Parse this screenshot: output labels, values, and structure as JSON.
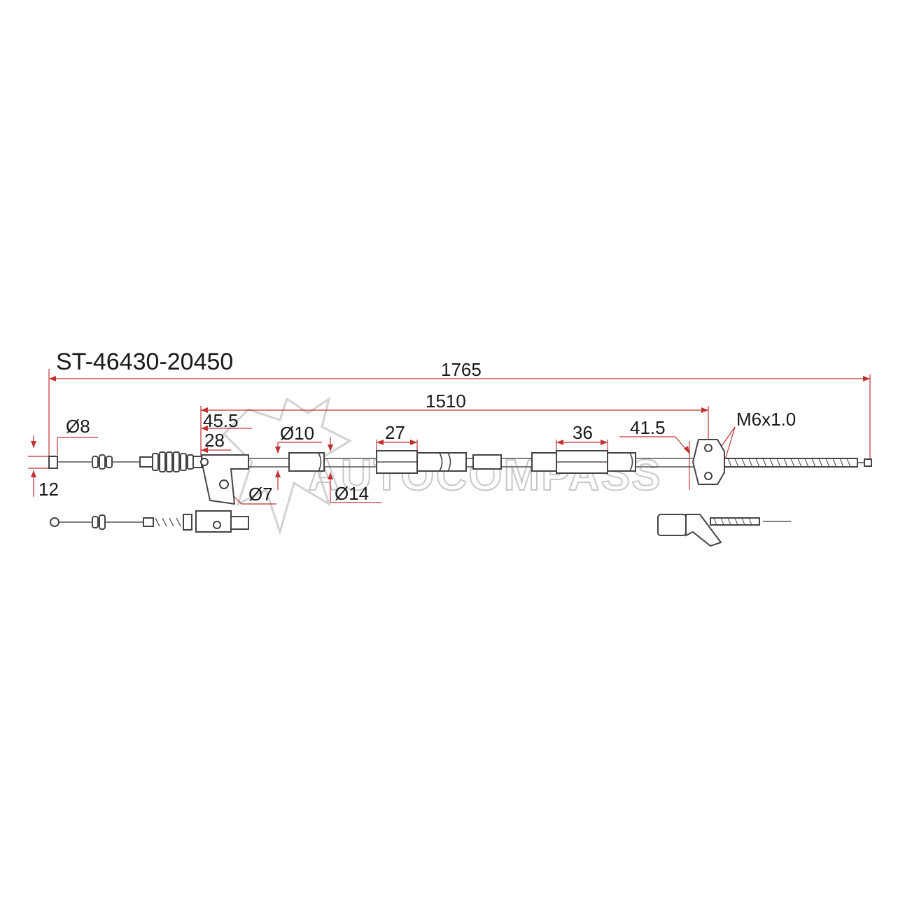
{
  "part_number": "ST-46430-20450",
  "watermark": "AUTOCOMPASS",
  "dimensions": {
    "total_length": "1765",
    "conduit_length": "1510",
    "end_diameter": "Ø8",
    "end_length": "12",
    "bracket_offset": "45.5",
    "bracket_width": "28",
    "bracket_hole": "Ø7",
    "cable_diameter": "Ø10",
    "sleeve_diameter": "Ø14",
    "grommet1_length": "27",
    "grommet2_length": "36",
    "flange_offset": "41.5",
    "thread": "M6x1.0"
  },
  "colors": {
    "dimension_line": "#c03030",
    "outline": "#444444",
    "watermark": "#c8c8c8"
  }
}
